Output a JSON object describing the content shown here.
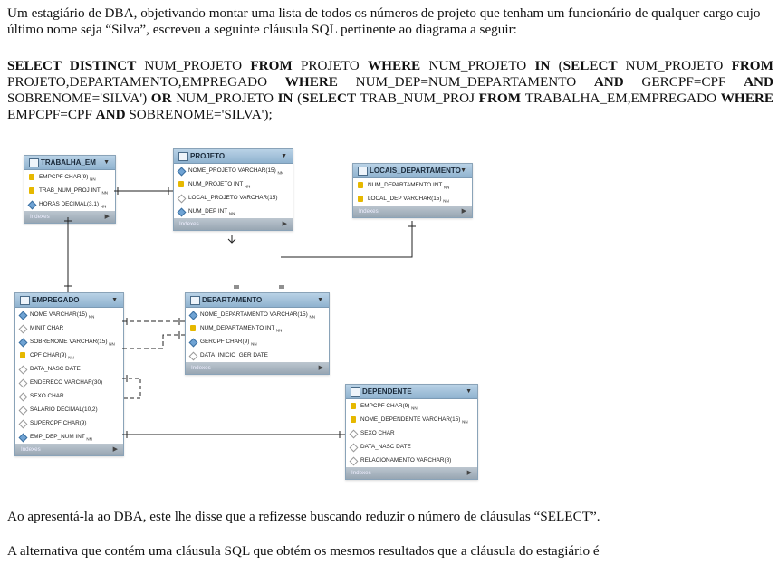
{
  "question": {
    "intro": "Um estagiário de DBA, objetivando montar uma lista de todos os números de projeto que tenham um funcionário de qualquer cargo cujo último nome seja “Silva”, escreveu a seguinte cláusula SQL pertinente ao diagrama a seguir:",
    "sql": [
      {
        "b": true,
        "t": "SELECT DISTINCT "
      },
      {
        "b": false,
        "t": "NUM_PROJETO "
      },
      {
        "b": true,
        "t": "FROM "
      },
      {
        "b": false,
        "t": "PROJETO "
      },
      {
        "b": true,
        "t": "WHERE "
      },
      {
        "b": false,
        "t": "NUM_PROJETO "
      },
      {
        "b": true,
        "t": "IN "
      },
      {
        "b": false,
        "t": "("
      },
      {
        "b": true,
        "t": "SELECT "
      },
      {
        "b": false,
        "t": "NUM_PROJETO "
      },
      {
        "b": true,
        "t": "FROM "
      },
      {
        "b": false,
        "t": "PROJETO,DEPARTAMENTO,EMPREGADO "
      },
      {
        "b": true,
        "t": "WHERE "
      },
      {
        "b": false,
        "t": "NUM_DEP=NUM_DEPARTAMENTO "
      },
      {
        "b": true,
        "t": "AND "
      },
      {
        "b": false,
        "t": "GERCPF=CPF "
      },
      {
        "b": true,
        "t": "AND "
      },
      {
        "b": false,
        "t": "SOBRENOME='SILVA') "
      },
      {
        "b": true,
        "t": "OR "
      },
      {
        "b": false,
        "t": "NUM_PROJETO "
      },
      {
        "b": true,
        "t": "IN "
      },
      {
        "b": false,
        "t": "("
      },
      {
        "b": true,
        "t": "SELECT "
      },
      {
        "b": false,
        "t": "TRAB_NUM_PROJ "
      },
      {
        "b": true,
        "t": "FROM "
      },
      {
        "b": false,
        "t": "TRABALHA_EM,EMPREGADO "
      },
      {
        "b": true,
        "t": "WHERE "
      },
      {
        "b": false,
        "t": "EMPCPF=CPF "
      },
      {
        "b": true,
        "t": "AND "
      },
      {
        "b": false,
        "t": "SOBRENOME='SILVA');"
      }
    ],
    "after": "Ao apresentá-la ao DBA, este lhe disse que a refizesse buscando reduzir o número de cláusulas “SELECT”.",
    "prompt": "A alternativa que contém uma cláusula SQL que obtém os mesmos resultados que a cláusula do estagiário é"
  },
  "diagram": {
    "footer_label": "Indexes",
    "tables": [
      {
        "id": "trabalha_em",
        "name": "TRABALHA_EM",
        "cols": [
          {
            "k": "key",
            "t": "EMPCPF CHAR(9)",
            "nn": "NN"
          },
          {
            "k": "key",
            "t": "TRAB_NUM_PROJ INT",
            "nn": "NN"
          },
          {
            "k": "dia",
            "t": "HORAS DECIMAL(3,1)",
            "nn": "NN"
          }
        ]
      },
      {
        "id": "projeto",
        "name": "PROJETO",
        "cols": [
          {
            "k": "dia",
            "t": "NOME_PROJETO VARCHAR(15)",
            "nn": "NN"
          },
          {
            "k": "key",
            "t": "NUM_PROJETO INT",
            "nn": "NN"
          },
          {
            "k": "dia-o",
            "t": "LOCAL_PROJETO VARCHAR(15)",
            "nn": ""
          },
          {
            "k": "dia",
            "t": "NUM_DEP INT",
            "nn": "NN"
          }
        ]
      },
      {
        "id": "locais",
        "name": "LOCAIS_DEPARTAMENTO",
        "cols": [
          {
            "k": "key",
            "t": "NUM_DEPARTAMENTO INT",
            "nn": "NN"
          },
          {
            "k": "key",
            "t": "LOCAL_DEP VARCHAR(15)",
            "nn": "NN"
          }
        ]
      },
      {
        "id": "empregado",
        "name": "EMPREGADO",
        "cols": [
          {
            "k": "dia",
            "t": "NOME VARCHAR(15)",
            "nn": "NN"
          },
          {
            "k": "dia-o",
            "t": "MINIT CHAR",
            "nn": ""
          },
          {
            "k": "dia",
            "t": "SOBRENOME VARCHAR(15)",
            "nn": "NN"
          },
          {
            "k": "key",
            "t": "CPF CHAR(9)",
            "nn": "NN"
          },
          {
            "k": "dia-o",
            "t": "DATA_NASC DATE",
            "nn": ""
          },
          {
            "k": "dia-o",
            "t": "ENDERECO VARCHAR(30)",
            "nn": ""
          },
          {
            "k": "dia-o",
            "t": "SEXO CHAR",
            "nn": ""
          },
          {
            "k": "dia-o",
            "t": "SALARIO DECIMAL(10,2)",
            "nn": ""
          },
          {
            "k": "dia-o",
            "t": "SUPERCPF CHAR(9)",
            "nn": ""
          },
          {
            "k": "dia",
            "t": "EMP_DEP_NUM INT",
            "nn": "NN"
          }
        ]
      },
      {
        "id": "departamento",
        "name": "DEPARTAMENTO",
        "cols": [
          {
            "k": "dia",
            "t": "NOME_DEPARTAMENTO VARCHAR(15)",
            "nn": "NN"
          },
          {
            "k": "key",
            "t": "NUM_DEPARTAMENTO INT",
            "nn": "NN"
          },
          {
            "k": "dia",
            "t": "GERCPF CHAR(9)",
            "nn": "NN"
          },
          {
            "k": "dia-o",
            "t": "DATA_INICIO_GER DATE",
            "nn": ""
          }
        ]
      },
      {
        "id": "dependente",
        "name": "DEPENDENTE",
        "cols": [
          {
            "k": "key",
            "t": "EMPCPF CHAR(9)",
            "nn": "NN"
          },
          {
            "k": "key",
            "t": "NOME_DEPENDENTE VARCHAR(15)",
            "nn": "NN"
          },
          {
            "k": "dia-o",
            "t": "SEXO CHAR",
            "nn": ""
          },
          {
            "k": "dia-o",
            "t": "DATA_NASC DATE",
            "nn": ""
          },
          {
            "k": "dia-o",
            "t": "RELACIONAMENTO VARCHAR(8)",
            "nn": ""
          }
        ]
      }
    ]
  }
}
